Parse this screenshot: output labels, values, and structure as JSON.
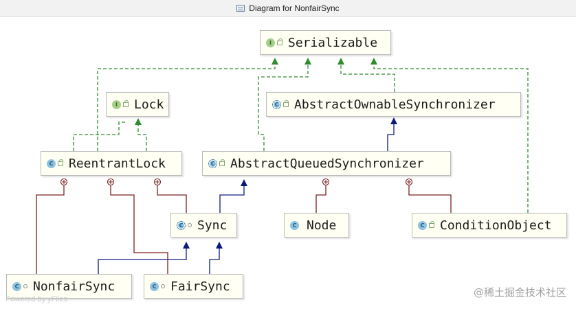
{
  "window": {
    "title": "Diagram for NonfairSync",
    "icon": "diagram-icon"
  },
  "nodes": {
    "serializable": {
      "name": "Serializable",
      "kind": "interface"
    },
    "lock": {
      "name": "Lock",
      "kind": "interface"
    },
    "abstract_ownable_synchronizer": {
      "name": "AbstractOwnableSynchronizer",
      "kind": "abstract-class"
    },
    "reentrant_lock": {
      "name": "ReentrantLock",
      "kind": "class"
    },
    "abstract_queued_synchronizer": {
      "name": "AbstractQueuedSynchronizer",
      "kind": "abstract-class"
    },
    "sync": {
      "name": "Sync",
      "kind": "abstract-class"
    },
    "node": {
      "name": "Node",
      "kind": "class"
    },
    "condition_object": {
      "name": "ConditionObject",
      "kind": "class"
    },
    "nonfair_sync": {
      "name": "NonfairSync",
      "kind": "class"
    },
    "fair_sync": {
      "name": "FairSync",
      "kind": "class"
    }
  },
  "colors": {
    "implements_edge": "#2e8b2e",
    "extends_edge": "#0a1a7a",
    "inner_class_edge": "#7a1f1f",
    "node_fill": "#fffff3"
  },
  "footer": {
    "watermark": "Powered by yFiles",
    "brand": "@稀土掘金技术社区"
  }
}
